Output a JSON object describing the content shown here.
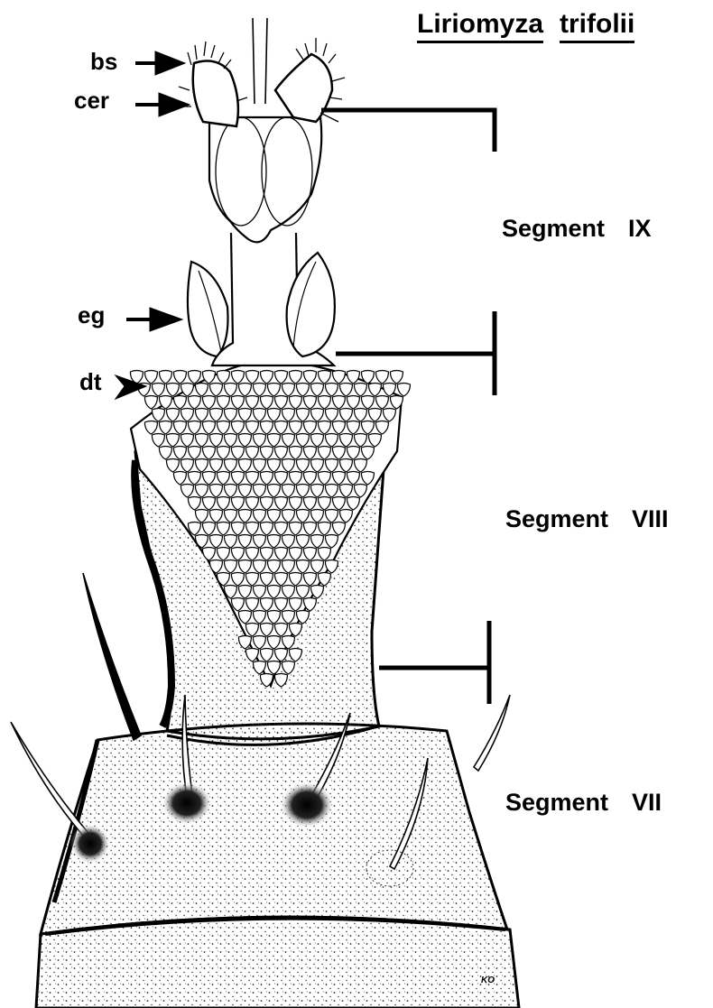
{
  "title": {
    "genus": "Liriomyza",
    "species": "trifolii"
  },
  "part_labels": {
    "bs": "bs",
    "cer": "cer",
    "eg": "eg",
    "dt": "dt"
  },
  "segments": {
    "ix": {
      "word": "Segment",
      "numeral": "IX"
    },
    "viii": {
      "word": "Segment",
      "numeral": "VIII"
    },
    "vii": {
      "word": "Segment",
      "numeral": "VII"
    }
  },
  "signature": "KO",
  "colors": {
    "ink": "#000000",
    "paper": "#ffffff",
    "stipple": "#1a1a1a"
  }
}
